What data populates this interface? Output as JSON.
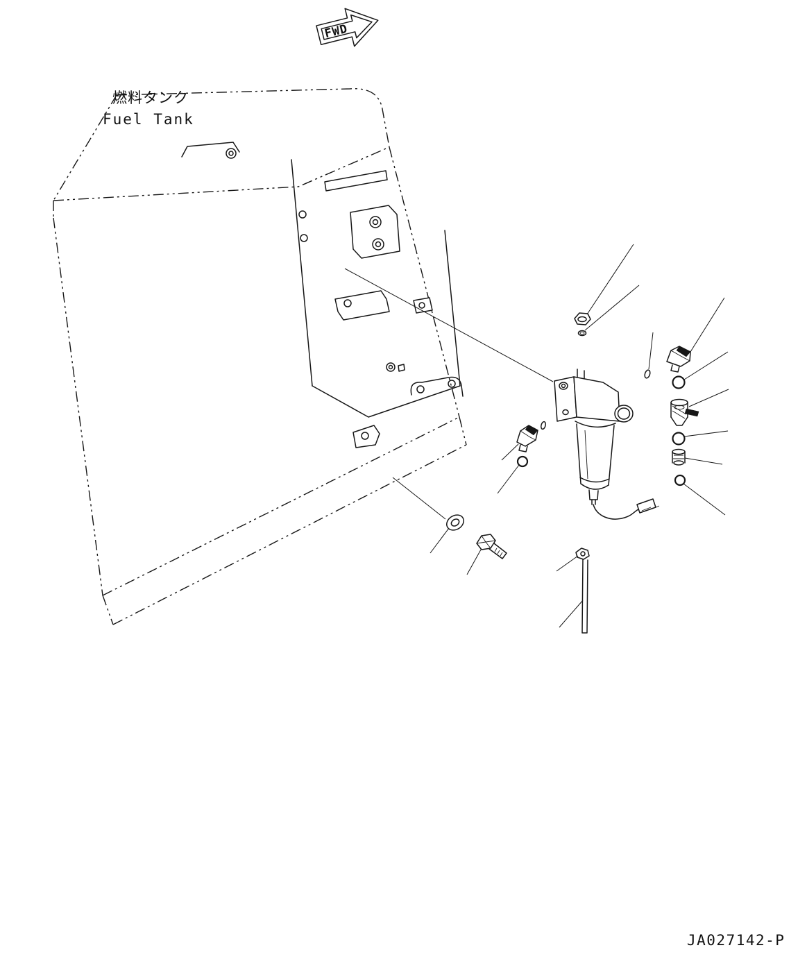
{
  "page": {
    "background": "#ffffff",
    "line_color": "#161616"
  },
  "header": {
    "fwd_label": "FWD",
    "tank_label_jp": "燃料タンク",
    "tank_label_en": "Fuel Tank"
  },
  "footer": {
    "drawing_number": "JA027142-P"
  },
  "diagram": {
    "type": "parts-diagram",
    "subject": "fuel-tank-and-fuel-filter-water-separator",
    "parts": [
      "fuel-tank",
      "mounting-panel",
      "fuel-filter-water-separator-assembly",
      "drain-plug-bolt",
      "plug-o-ring",
      "small-o-ring",
      "quick-connector-elbow",
      "o-ring-upper",
      "drain-valve",
      "o-ring-middle",
      "nipple-fitting",
      "o-ring-lower",
      "elbow-fitting",
      "elbow-o-ring",
      "plain-washer",
      "hex-bolt",
      "hose-clamp",
      "drain-tube",
      "sensor-harness"
    ]
  }
}
